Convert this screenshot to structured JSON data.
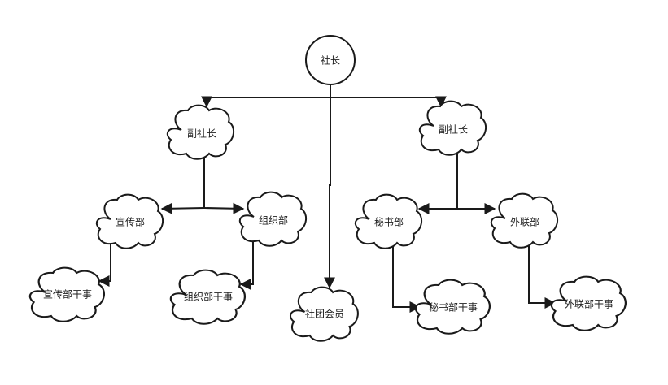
{
  "nodes": {
    "president": {
      "label": "社长"
    },
    "vp_left": {
      "label": "副社长"
    },
    "vp_right": {
      "label": "副社长"
    },
    "publicity": {
      "label": "宣传部"
    },
    "organization": {
      "label": "组织部"
    },
    "secretariat": {
      "label": "秘书部"
    },
    "external": {
      "label": "外联部"
    },
    "publicity_staff": {
      "label": "宣传部干事"
    },
    "organization_staff": {
      "label": "组织部干事"
    },
    "members": {
      "label": "社团会员"
    },
    "secretariat_staff": {
      "label": "秘书部干事"
    },
    "external_staff": {
      "label": "外联部干事"
    }
  },
  "colors": {
    "stroke": "#1a1a1a",
    "fill": "#ffffff",
    "text": "#222222"
  }
}
